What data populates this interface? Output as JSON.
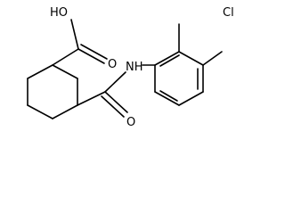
{
  "molecule": {
    "atoms": {
      "carboxyl_hydroxyl": "HO",
      "carboxyl_oxygen": "O",
      "amide_nitrogen": "NH",
      "amide_oxygen": "O",
      "chlorine": "Cl"
    },
    "colors": {
      "bond": "#000000",
      "text": "#000000",
      "background": "#ffffff"
    }
  }
}
